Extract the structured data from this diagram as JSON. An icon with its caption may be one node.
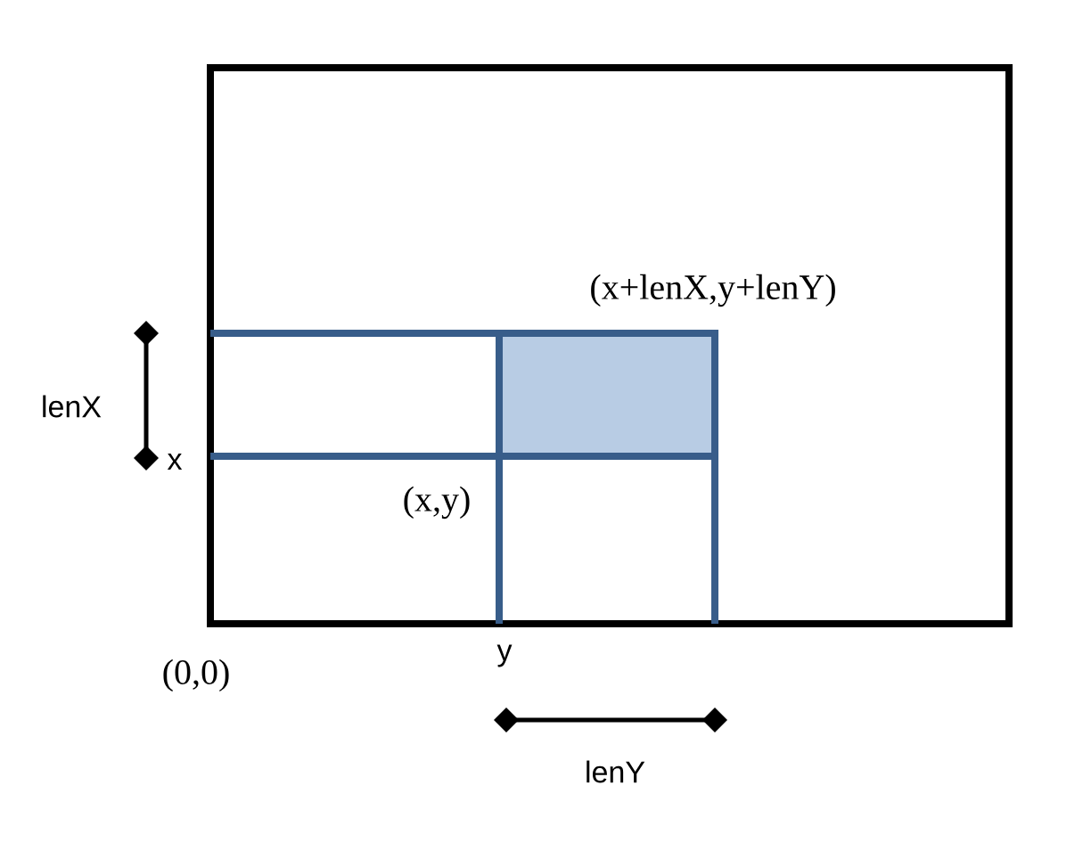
{
  "diagram": {
    "nodes": [
      {
        "text": [],
        "shape": "box"
      },
      {
        "text": [],
        "shape": "box",
        "in": 0
      }
    ],
    "labels": [
      "(x+lenX,y+lenY)",
      "lenX",
      "x",
      "(x,y)",
      "(0,0)",
      "y",
      "lenY"
    ]
  }
}
